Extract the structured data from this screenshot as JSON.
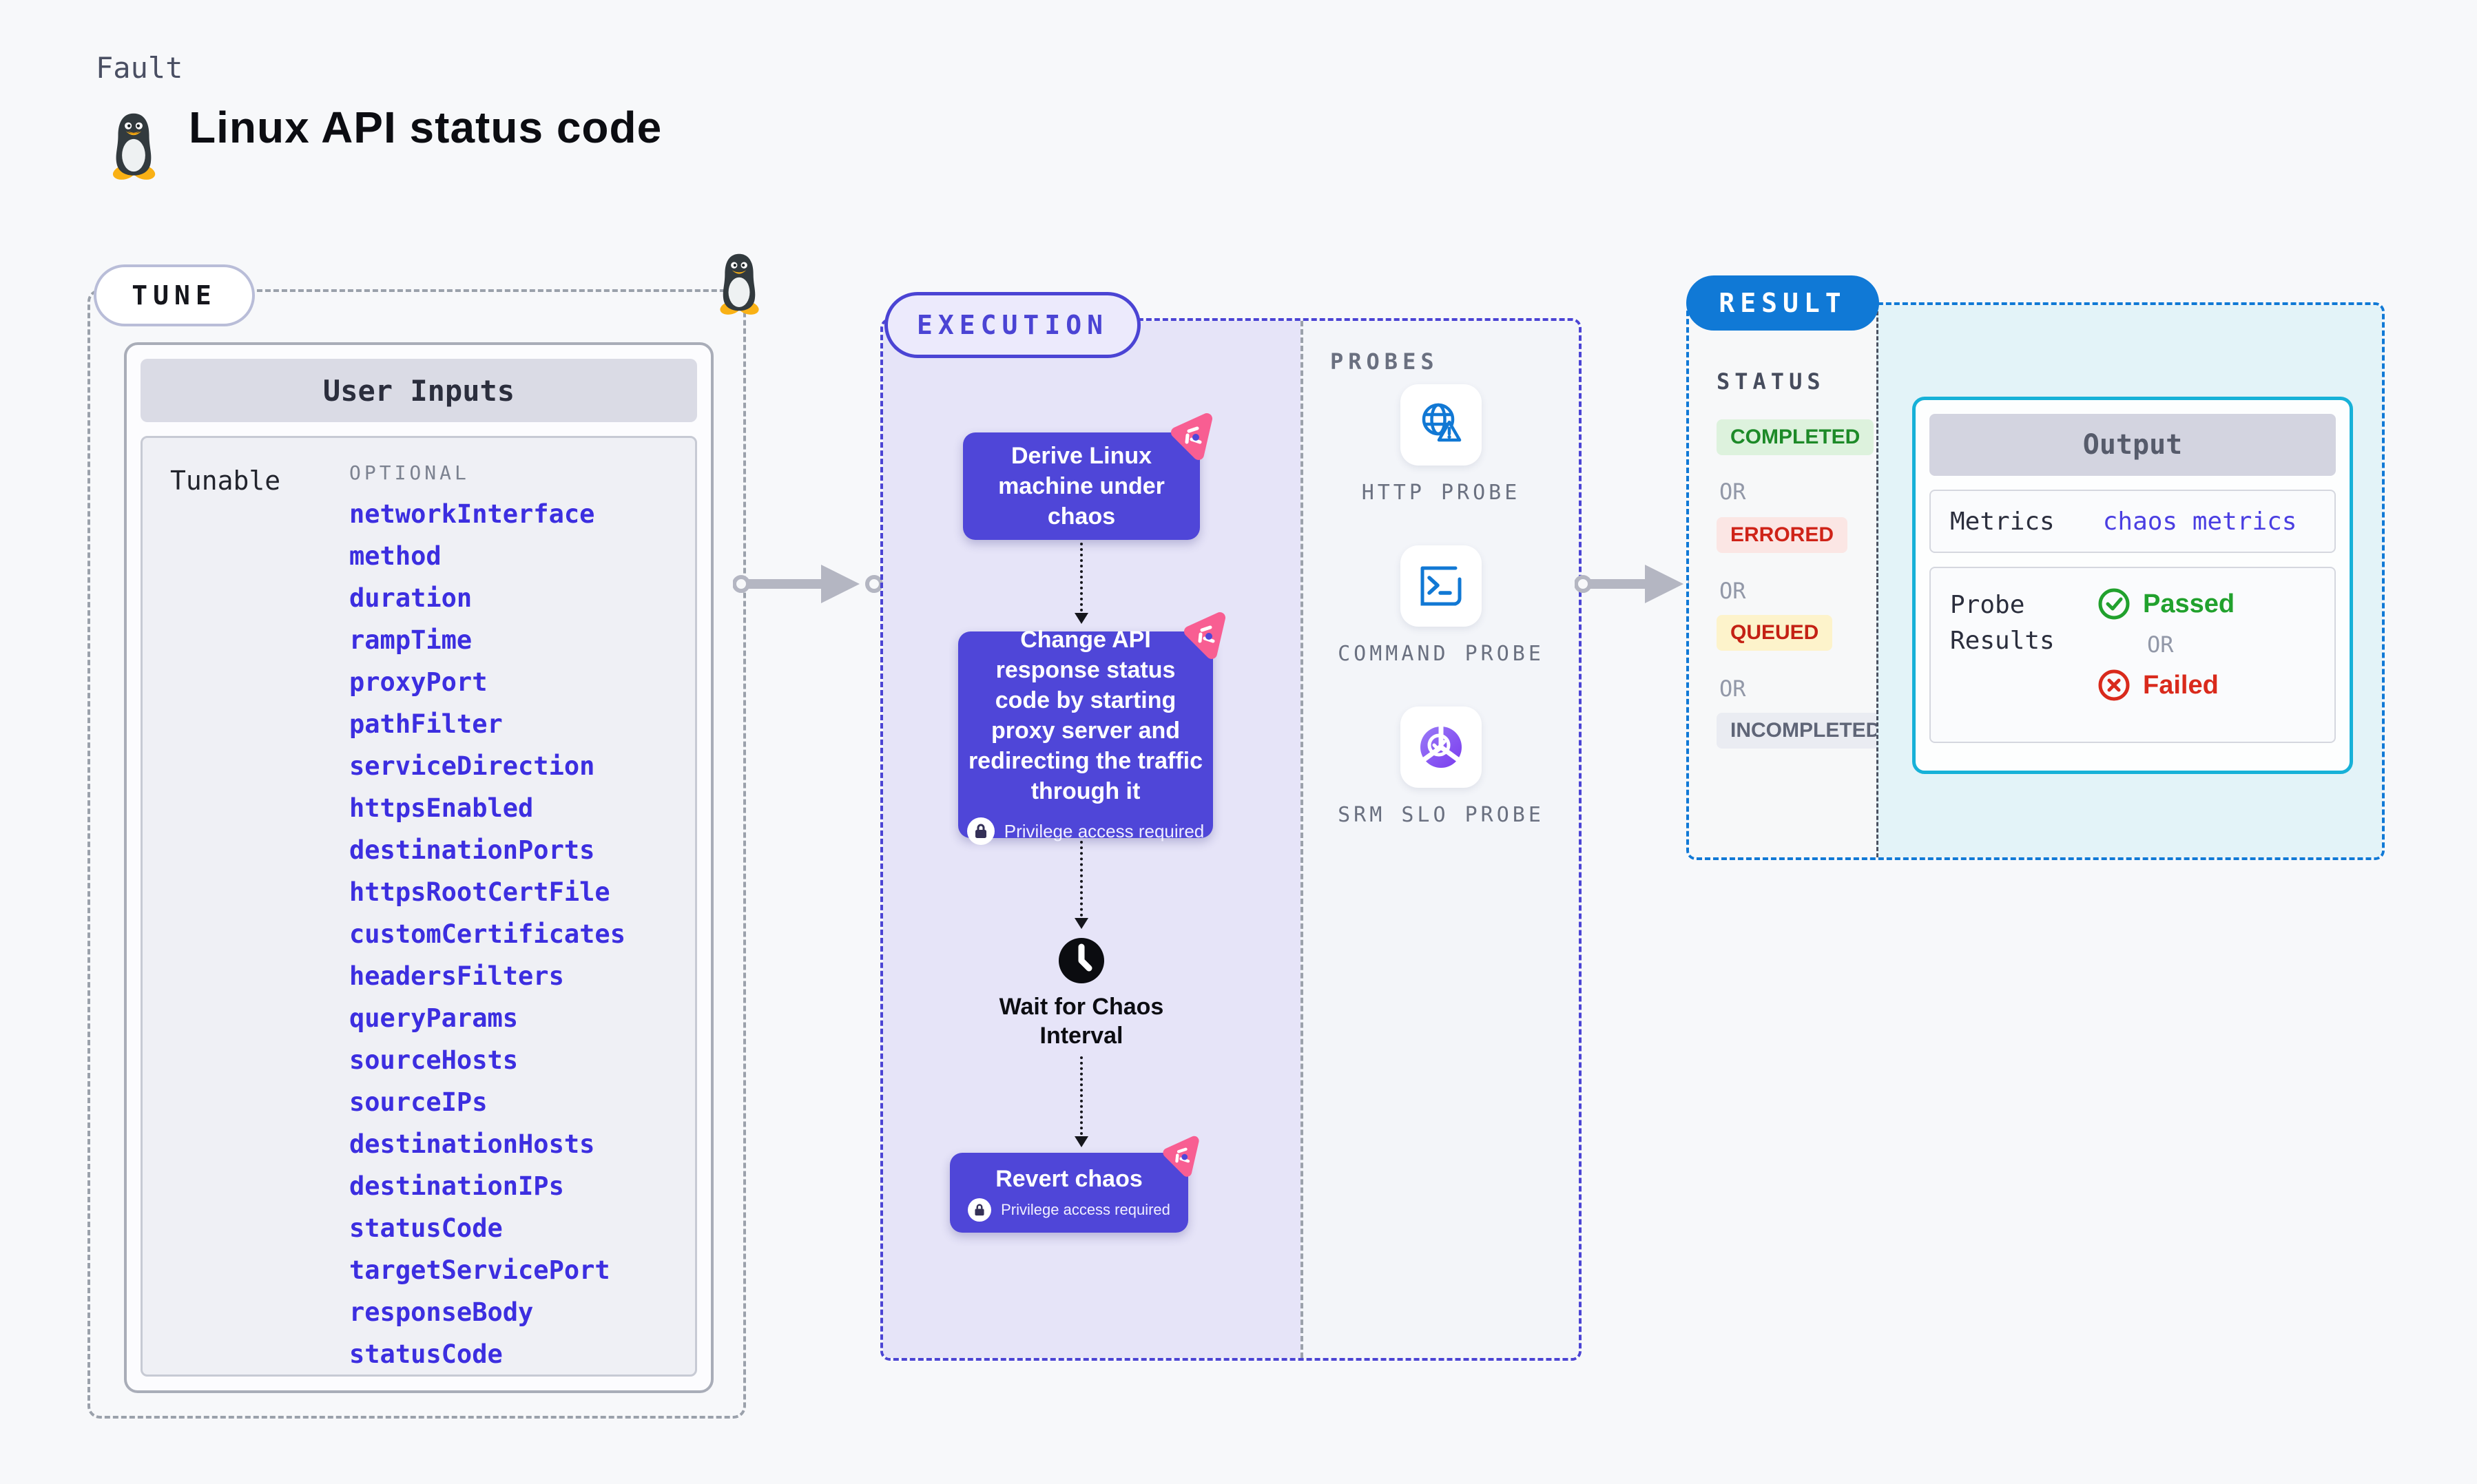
{
  "page": {
    "kicker": "Fault",
    "title": "Linux API status code"
  },
  "tune": {
    "label": "TUNE",
    "card_header": "User Inputs",
    "row_label": "Tunable",
    "column_label": "OPTIONAL",
    "items": [
      "networkInterface",
      "method",
      "duration",
      "rampTime",
      "proxyPort",
      "pathFilter",
      "serviceDirection",
      "httpsEnabled",
      "destinationPorts",
      "httpsRootCertFile",
      "customCertificates",
      "headersFilters",
      "queryParams",
      "sourceHosts",
      "sourceIPs",
      "destinationHosts",
      "destinationIPs",
      "statusCode",
      "targetServicePort",
      "responseBody",
      "statusCode"
    ]
  },
  "execution": {
    "label": "EXECUTION",
    "step1": "Derive Linux machine under chaos",
    "step2": "Change API response status code by starting proxy server and redirecting the traffic through it",
    "privilege_note": "Privilege access required",
    "wait_label": "Wait for Chaos Interval",
    "step3": "Revert chaos"
  },
  "probes": {
    "label": "PROBES",
    "items": [
      {
        "name": "HTTP PROBE",
        "icon": "globe-alert-icon"
      },
      {
        "name": "COMMAND PROBE",
        "icon": "terminal-icon"
      },
      {
        "name": "SRM SLO PROBE",
        "icon": "slo-pie-check-icon"
      }
    ]
  },
  "result": {
    "label": "RESULT",
    "status_label": "STATUS",
    "or_label": "OR",
    "statuses": [
      {
        "text": "COMPLETED",
        "bg": "#ddf2dd",
        "color": "#1d8a28"
      },
      {
        "text": "ERRORED",
        "bg": "#fbe6e4",
        "color": "#cf2318"
      },
      {
        "text": "QUEUED",
        "bg": "#fdf3cb",
        "color": "#c42114"
      },
      {
        "text": "INCOMPLETED",
        "bg": "#eaecf2",
        "color": "#5f6577"
      }
    ],
    "output": {
      "header": "Output",
      "metrics_label": "Metrics",
      "metrics_value": "chaos metrics",
      "probe_results_label": "Probe Results",
      "or_label": "OR",
      "passed": "Passed",
      "failed": "Failed"
    }
  },
  "colors": {
    "page_bg": "#f7f8fa",
    "indigo_accent": "#4b44d4",
    "flow_box": "#4f46d8",
    "flow_panel_bg": "#e6e4f8",
    "result_blue": "#1079d6",
    "output_border_cyan": "#17b1d8",
    "output_panel_bg": "#e3f3f8",
    "link_blue": "#4a3ee2",
    "pink_badge": "#f85e92",
    "probe_icon_blue": "#1178d4",
    "passed_green": "#21a12d",
    "failed_red": "#d92a1c"
  }
}
